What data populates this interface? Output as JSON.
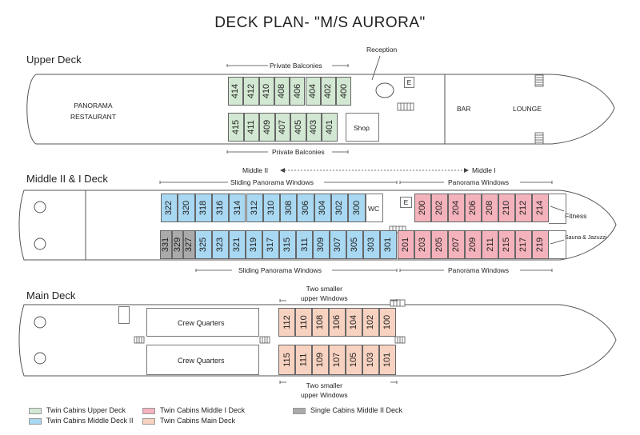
{
  "title": "DECK PLAN- \"M/S AURORA\"",
  "colors": {
    "upper": "#d3e8d3",
    "middle2": "#a9d8f2",
    "middle1": "#f4b3bc",
    "main": "#f8d2c0",
    "single": "#aaaaaa"
  },
  "upper_deck": {
    "title": "Upper Deck",
    "restaurant": "PANORAMA\nRESTAURANT",
    "reception": "Reception",
    "elevator": "E",
    "bar": "BAR",
    "lounge": "LOUNGE",
    "shop": "Shop",
    "balconies_top": "Private Balconies",
    "balconies_bottom": "Private Balconies",
    "top_row": [
      "414",
      "412",
      "410",
      "408",
      "406",
      "404",
      "402",
      "400"
    ],
    "bottom_row": [
      "415",
      "411",
      "409",
      "407",
      "405",
      "403",
      "401"
    ]
  },
  "middle_deck": {
    "title": "Middle II & I Deck",
    "middle2_label": "Middle II",
    "middle1_label": "Middle I",
    "sliding_top": "Sliding Panorama Windows",
    "panorama_top": "Panorama Windows",
    "sliding_bottom": "Sliding Panorama Windows",
    "panorama_bottom": "Panorama Windows",
    "wc": "WC",
    "elevator": "E",
    "fitness": "Fitness",
    "sauna": "Sauna & Jazuzzi",
    "top_blue": [
      "322",
      "320",
      "318",
      "316",
      "314",
      "312",
      "310",
      "308",
      "306",
      "304",
      "302",
      "300"
    ],
    "top_red": [
      "200",
      "202",
      "204",
      "206",
      "208",
      "210",
      "212",
      "214"
    ],
    "bottom_grey": [
      "331",
      "329",
      "327"
    ],
    "bottom_blue": [
      "325",
      "323",
      "321",
      "319",
      "317",
      "315",
      "311",
      "309",
      "307",
      "305",
      "303",
      "301"
    ],
    "bottom_red": [
      "201",
      "203",
      "205",
      "207",
      "209",
      "211",
      "215",
      "217",
      "219"
    ]
  },
  "main_deck": {
    "title": "Main Deck",
    "crew_top": "Crew Quarters",
    "crew_bottom": "Crew Quarters",
    "windows_top": "Two smaller\nupper Windows",
    "windows_bottom": "Two smaller\nupper Windows",
    "top_row": [
      "112",
      "110",
      "108",
      "106",
      "104",
      "102",
      "100"
    ],
    "bottom_row": [
      "115",
      "111",
      "109",
      "107",
      "105",
      "103",
      "101"
    ]
  },
  "legend": {
    "upper": "Twin Cabins Upper Deck",
    "middle2": "Twin Cabins Middle Deck II",
    "middle1": "Twin Cabins Middle I Deck",
    "main": "Twin Cabins Main Deck",
    "single": "Single Cabins Middle II Deck"
  }
}
